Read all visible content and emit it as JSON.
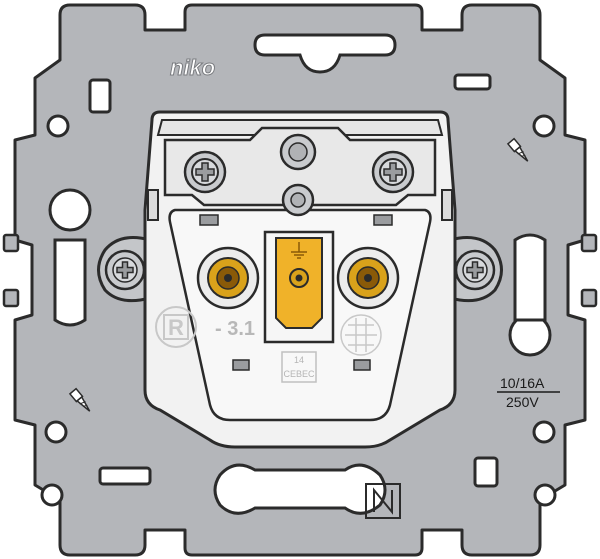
{
  "product": {
    "brand": "niko",
    "rating_current": "10/16A",
    "rating_voltage": "250V",
    "mark_r": "R",
    "mark_code": "- 3.1",
    "cert_number": "14",
    "cert_body": "CEBEC"
  },
  "colors": {
    "frame": "#b4b6ba",
    "outline": "#2b2b2b",
    "module": "#f2f2f2",
    "module_shade": "#dcdcdc",
    "brass": "#d9a21b",
    "brass_dark": "#8a5a08",
    "earth_pin": "#f0b229",
    "screw": "#c9cbce",
    "pad": "#9a9c9f"
  }
}
